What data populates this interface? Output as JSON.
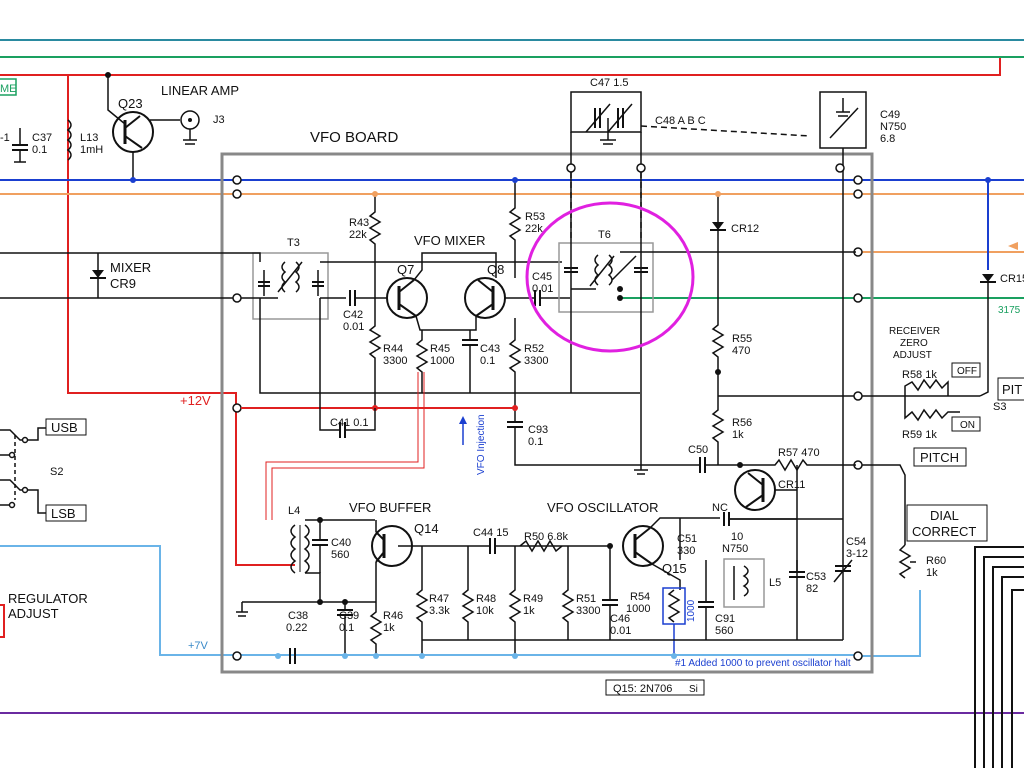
{
  "board_title": "VFO BOARD",
  "me_tag": "ME",
  "linear_amp": "LINEAR AMP",
  "q23": "Q23",
  "j3": "J3",
  "c37": "C37",
  "c37_val": "0.1",
  "l13": "L13",
  "l13_val": "1mH",
  "l_dash": "-1",
  "c47": "C47 1.5",
  "c48": "C48 A B C",
  "c49": "C49",
  "c49_type": "N750",
  "c49_val": "6.8",
  "t3": "T3",
  "t6": "T6",
  "vfo_mixer": "VFO MIXER",
  "q7": "Q7",
  "q8": "Q8",
  "r43": "R43",
  "r43_val": "22k",
  "r53": "R53",
  "r53_val": "22k",
  "c42": "C42",
  "c42_val": "0.01",
  "c45": "C45",
  "c45_val": "0.01",
  "r44": "R44",
  "r44_val": "3300",
  "r45": "R45",
  "r45_val": "1000",
  "c43": "C43",
  "c43_val": "0.1",
  "r52": "R52",
  "r52_val": "3300",
  "mixer": "MIXER",
  "cr9": "CR9",
  "plus12": "+12V",
  "c41": "C41 0.1",
  "vfo_injection": "VFO Injection",
  "c93": "C93",
  "c93_val": "0.1",
  "cr12": "CR12",
  "r55": "R55",
  "r55_val": "470",
  "r56": "R56",
  "r56_val": "1k",
  "c50": "C50",
  "r57": "R57  470",
  "cr11": "CR11",
  "cr15": "CR15",
  "freq_3175": "3175",
  "receiver_zero": [
    "RECEIVER",
    "ZERO",
    "ADJUST"
  ],
  "r58": "R58  1k",
  "r59": "R59  1k",
  "off": "OFF",
  "on": "ON",
  "s3": "S3",
  "pit": "PIT",
  "pitch": "PITCH",
  "dial_correct": [
    "DIAL",
    "CORRECT"
  ],
  "r60": "R60",
  "r60_val": "1k",
  "usb": "USB",
  "lsb": "LSB",
  "s2": "S2",
  "l4": "L4",
  "c40": "C40",
  "c40_val": "560",
  "vfo_buffer": "VFO BUFFER",
  "q14": "Q14",
  "c44": "C44  15",
  "r50": "R50 6.8k",
  "vfo_oscillator": "VFO OSCILLATOR",
  "c51": "C51",
  "c51_val": "330",
  "nc": "NC",
  "c10": "10",
  "n750": "N750",
  "q15": "Q15",
  "r54": "R54",
  "r54_val": "1000",
  "r54_added": "1000",
  "l5": "L5",
  "c53": "C53",
  "c53_val": "82",
  "c54": "C54",
  "c54_val": "3-12",
  "c91": "C91",
  "c91_val": "560",
  "c46": "C46",
  "c46_val": "0.01",
  "r51": "R51",
  "r51_val": "3300",
  "r49": "R49",
  "r49_val": "1k",
  "r48": "R48",
  "r48_val": "10k",
  "r47": "R47",
  "r47_val": "3.3k",
  "r46": "R46",
  "r46_val": "1k",
  "c39": "C39",
  "c39_val": "0.1",
  "c38": "C38",
  "c38_val": "0.22",
  "plus7": "+7V",
  "regulator": [
    "REGULATOR",
    "ADJUST"
  ],
  "note": "#1  Added 1000 to prevent oscillator halt",
  "q15_type": "Q15: 2N706",
  "si": "Si",
  "colors": {
    "red": "#e02020",
    "blue": "#1a3fd0",
    "orange": "#f0a060",
    "green": "#1aa060",
    "teal": "#2a8a90",
    "purple": "#6a2aa0",
    "lightblue": "#6ab4e8",
    "magenta": "#e020e0",
    "board": "#888888"
  }
}
